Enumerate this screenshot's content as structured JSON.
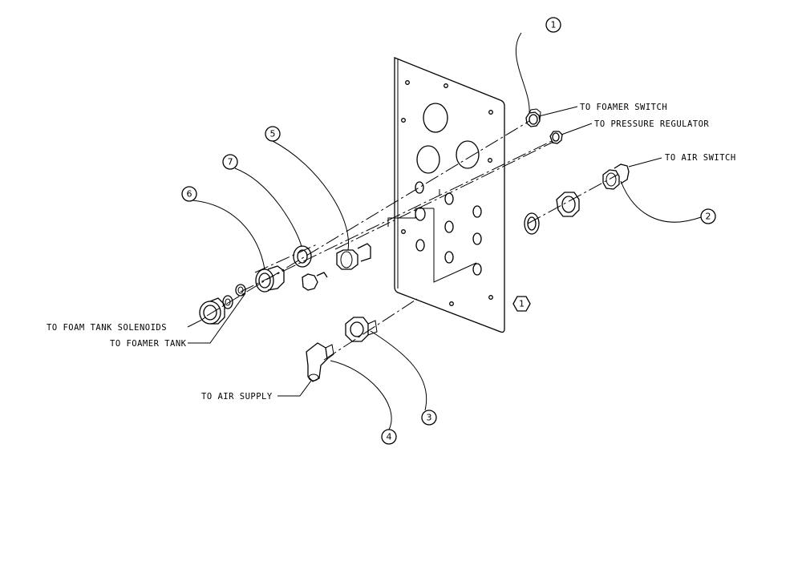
{
  "callouts": {
    "c1": "1",
    "c2": "2",
    "c3": "3",
    "c4": "4",
    "c5": "5",
    "c6": "6",
    "c7": "7",
    "plate": "1"
  },
  "labels": {
    "foamer_switch": "TO FOAMER SWITCH",
    "pressure_regulator": "TO PRESSURE REGULATOR",
    "air_switch": "TO AIR SWITCH",
    "foam_tank_solenoids": "TO FOAM TANK SOLENOIDS",
    "foamer_tank": "TO FOAMER TANK",
    "air_supply": "TO AIR SUPPLY"
  }
}
